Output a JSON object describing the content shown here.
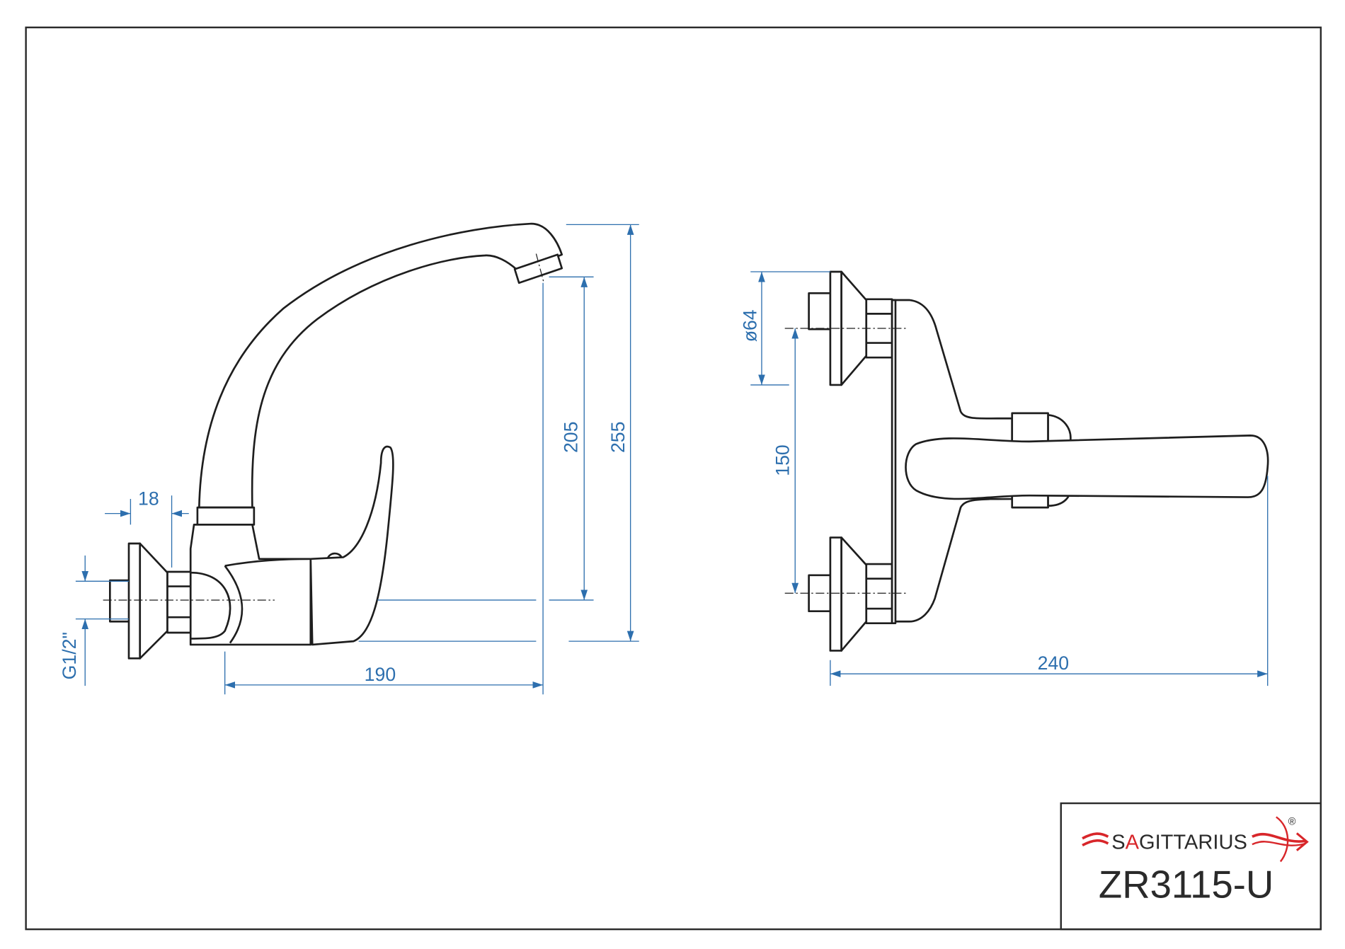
{
  "drawing": {
    "product_code": "ZR3115-U",
    "brand": {
      "prefix": "S",
      "accent_letter": "A",
      "suffix": "GITTARIUS",
      "registered": "®"
    },
    "colors": {
      "dimension": "#2d6fae",
      "brand_red": "#d8262a",
      "line": "#1e1e1e"
    },
    "side_view_dimensions": {
      "flange_depth": "18",
      "thread": "G1/2\"",
      "reach": "190",
      "spout_clearance": "205",
      "total_height": "255"
    },
    "front_view_dimensions": {
      "flange_diameter": "ø64",
      "center_distance": "150",
      "total_depth": "240"
    }
  }
}
